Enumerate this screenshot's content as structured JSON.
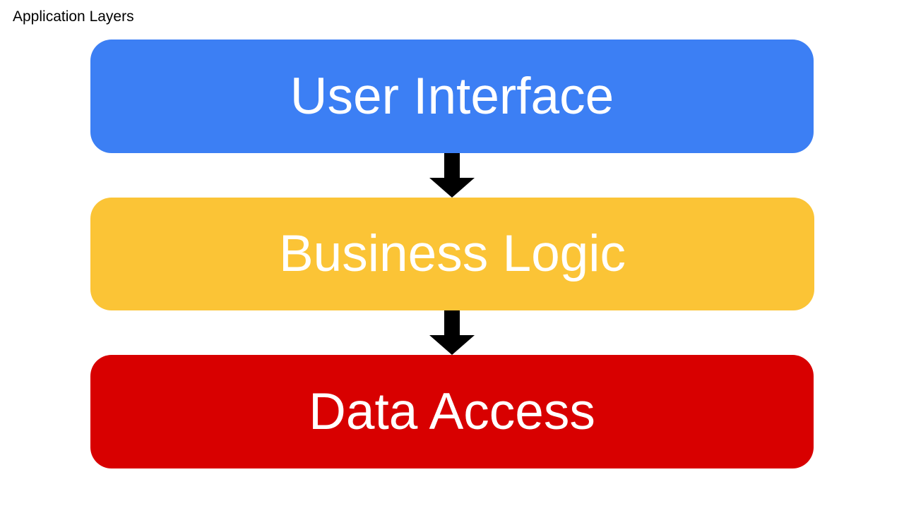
{
  "diagram": {
    "title": "Application Layers",
    "title_color": "#000000",
    "background_color": "#FFFFFF",
    "type": "layered-block-diagram",
    "layers": [
      {
        "id": "user-interface",
        "label": "User Interface",
        "fill_color": "#3C7FF4",
        "text_color": "#FFFFFF"
      },
      {
        "id": "business-logic",
        "label": "Business Logic",
        "fill_color": "#FBC436",
        "text_color": "#FFFFFF"
      },
      {
        "id": "data-access",
        "label": "Data Access",
        "fill_color": "#D80000",
        "text_color": "#FFFFFF"
      }
    ],
    "connectors": [
      {
        "id": "ui-to-bl",
        "from": "user-interface",
        "to": "business-logic",
        "direction": "down",
        "color": "#000000"
      },
      {
        "id": "bl-to-da",
        "from": "business-logic",
        "to": "data-access",
        "direction": "down",
        "color": "#000000"
      }
    ]
  }
}
